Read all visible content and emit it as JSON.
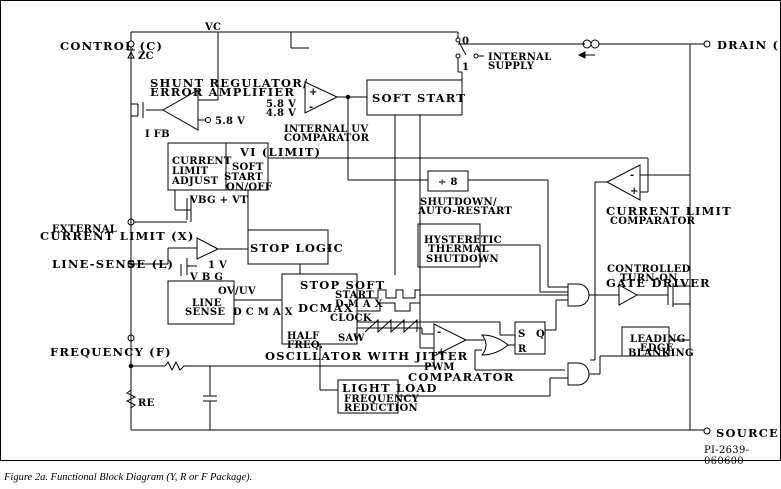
{
  "pins": {
    "control": "CONTROL (C)",
    "drain": "DRAIN (D)",
    "source": "SOURCE",
    "external_current_limit_top": "EXTERNAL",
    "external_current_limit": "CURRENT LIMIT (X)",
    "line_sense": "LINE-SENSE (L)",
    "frequency": "FREQUENCY (F)"
  },
  "labels": {
    "vc": "VC",
    "zc": "ZC",
    "shunt_regulator_1": "SHUNT REGULATOR/",
    "shunt_regulator_2": "ERROR AMPLIFIER",
    "ref_58": "5.8 V",
    "ifb": "I FB",
    "uv_58": "5.8 V",
    "uv_48": "4.8 V",
    "internal_uv_1": "INTERNAL UV",
    "internal_uv_2": "COMPARATOR",
    "switch_0": "0",
    "switch_1": "1",
    "internal_supply_1": "INTERNAL",
    "internal_supply_2": "SUPPLY",
    "soft_start": "SOFT START",
    "vi_limit": "VI (LIMIT)",
    "current_limit_adjust_1": "CURRENT",
    "current_limit_adjust_2": "LIMIT",
    "current_limit_adjust_3": "ADJUST",
    "soft_start_onoff_1": "SOFT",
    "soft_start_onoff_2": "START",
    "soft_start_onoff_3": "ON/OFF",
    "vbg_vt": "VBG + VT",
    "div8": "÷ 8",
    "shutdown_autorestart_1": "SHUTDOWN/",
    "shutdown_autorestart_2": "AUTO-RESTART",
    "hysteretic_1": "HYSTERETIC",
    "hysteretic_2": "THERMAL",
    "hysteretic_3": "SHUTDOWN",
    "current_limit_comp_1": "CURRENT LIMIT",
    "current_limit_comp_2": "COMPARATOR",
    "stop_logic": "STOP LOGIC",
    "line_1v": "1 V",
    "vbg": "V B G",
    "ovuv": "OV/UV",
    "line_sense_box_1": "LINE",
    "line_sense_box_2": "SENSE",
    "dcmax_side": "D C M A X",
    "stop_soft": "STOP SOFT",
    "start": "START",
    "dmax": "D M A X",
    "clock": "CLOCK",
    "dcmax": "DCMAX",
    "half_freq_1": "HALF",
    "half_freq_2": "FREQ.",
    "saw": "SAW",
    "oscillator": "OSCILLATOR WITH JITTER",
    "pwm_1": "PWM",
    "pwm_2": "COMPARATOR",
    "light_load_1": "LIGHT LOAD",
    "light_load_2": "FREQUENCY",
    "light_load_3": "REDUCTION",
    "sr_s": "S",
    "sr_r": "R",
    "sr_q": "Q",
    "controlled_turnon_1": "CONTROLLED",
    "controlled_turnon_2": "TURN-ON",
    "controlled_turnon_3": "GATE DRIVER",
    "leading_edge_1": "LEADING",
    "leading_edge_2": "EDGE",
    "leading_edge_3": "BLANKING",
    "re": "RE",
    "plus": "+",
    "minus": "-"
  },
  "figure_id": "PI-2639-060600",
  "caption": "Figure 2a. Functional Block Diagram (Y, R or F Package)."
}
